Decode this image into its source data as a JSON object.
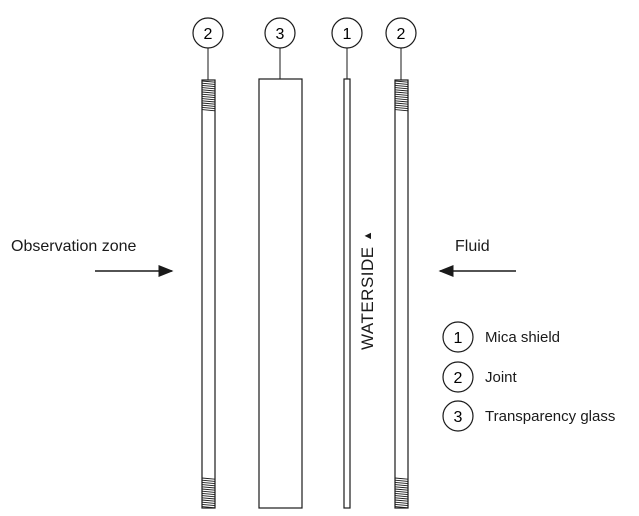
{
  "callouts": {
    "joint_left": "2",
    "glass": "3",
    "mica": "1",
    "joint_right": "2"
  },
  "labels": {
    "observation_zone": "Observation zone",
    "fluid": "Fluid",
    "waterside": "WATERSIDE",
    "waterside_arrow": "▲"
  },
  "legend": [
    {
      "num": "1",
      "text": "Mica shield"
    },
    {
      "num": "2",
      "text": "Joint"
    },
    {
      "num": "3",
      "text": "Transparency glass"
    }
  ],
  "colors": {
    "stroke": "#1a1a1a",
    "background": "#ffffff"
  }
}
